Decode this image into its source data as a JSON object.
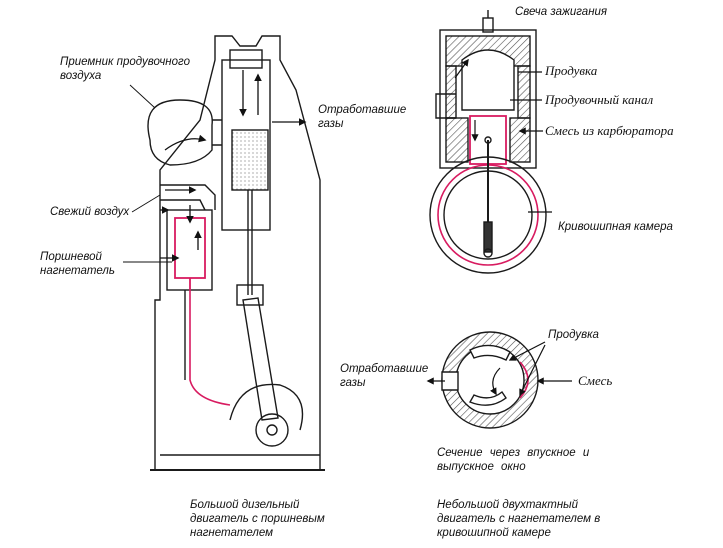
{
  "left_engine": {
    "labels": {
      "air_receiver": "Приемник продувочного воздуха",
      "exhaust": "Отработавшие газы",
      "fresh_air": "Свежий воздух",
      "piston_blower": "Поршневой нагнетатель"
    },
    "caption": "Большой дизельный двигатель с поршневым нагнетателем"
  },
  "right_engine": {
    "labels": {
      "spark_plug": "Свеча зажигания",
      "scavenge": "Продувка",
      "scavenge_channel": "Продувочный канал",
      "carb_mixture": "Смесь из карбюратора",
      "crank_chamber": "Кривошипная камера"
    },
    "section": {
      "scavenge": "Продувка",
      "exhaust": "Отработавшие газы",
      "mixture": "Смесь",
      "caption": "Сечение через впускное и выпускное окно"
    },
    "caption": "Небольшой двухтактный двигатель с нагнетателем в кривошипной камере"
  },
  "colors": {
    "line": "#1a1a1a",
    "hatch": "#555555",
    "highlight": "#d81b60"
  }
}
